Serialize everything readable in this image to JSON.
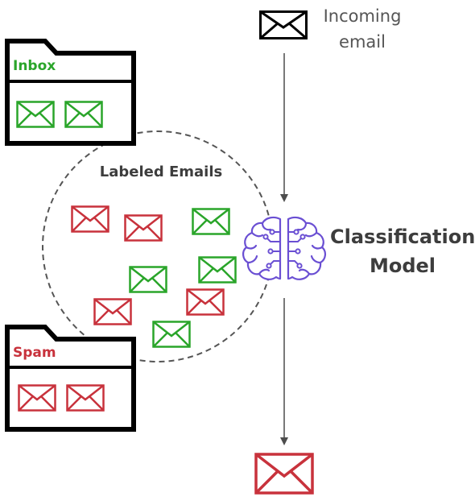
{
  "incoming": {
    "label_line1": "Incoming",
    "label_line2": "email",
    "icon": "envelope-icon"
  },
  "model": {
    "label_line1": "Classification",
    "label_line2": "Model",
    "icon": "brain-circuit-icon",
    "color": "#6a4fd3"
  },
  "labeled_emails": {
    "title": "Labeled Emails"
  },
  "folders": {
    "inbox": {
      "label": "Inbox",
      "color": "#2aa52a"
    },
    "spam": {
      "label": "Spam",
      "color": "#c8323c"
    }
  },
  "colors": {
    "ham": "#2aa52a",
    "spam": "#c8323c",
    "outline": "#000000",
    "arrow": "#4d4d4d"
  }
}
